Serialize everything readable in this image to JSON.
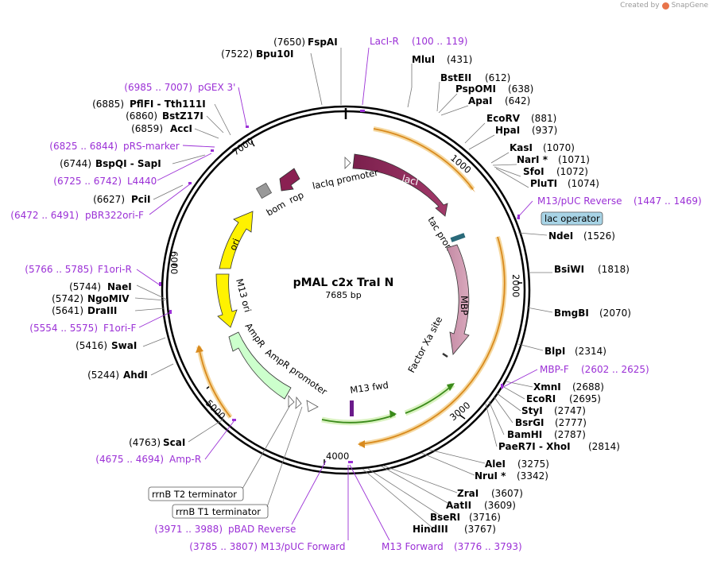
{
  "brand": {
    "text": "Created by",
    "name": "SnapGene"
  },
  "plasmid": {
    "name": "pMAL c2x TraI N",
    "length": "7685 bp"
  },
  "ticks": [
    "1000",
    "2000",
    "3000",
    "4000",
    "5000",
    "6000",
    "7000"
  ],
  "features": {
    "lacI": "lacI",
    "lacIq_promoter": "lacIq promoter",
    "rop": "rop",
    "bom": "bom",
    "tac_promoter": "tac promoter",
    "MBP": "MBP",
    "factor_xa": "Factor Xa site",
    "ori": "ori",
    "m13_ori": "M13 ori",
    "AmpR": "AmpR",
    "AmpR_promoter": "AmpR promoter",
    "m13_fwd": "M13 fwd",
    "lac_operator": "lac operator",
    "rrnB_T2": "rrnB T2 terminator",
    "rrnB_T1": "rrnB T1 terminator"
  },
  "sites": [
    {
      "pos": "(7650)",
      "name": "FspAI"
    },
    {
      "pos": "(7522)",
      "name": "Bpu10I"
    },
    {
      "pos": "(431)",
      "name": "MluI"
    },
    {
      "pos": "(612)",
      "name": "BstEII"
    },
    {
      "pos": "(638)",
      "name": "PspOMI"
    },
    {
      "pos": "(642)",
      "name": "ApaI"
    },
    {
      "pos": "(881)",
      "name": "EcoRV"
    },
    {
      "pos": "(937)",
      "name": "HpaI"
    },
    {
      "pos": "(1070)",
      "name": "KasI"
    },
    {
      "pos": "(1071)",
      "name": "NarI *"
    },
    {
      "pos": "(1072)",
      "name": "SfoI"
    },
    {
      "pos": "(1074)",
      "name": "PluTI"
    },
    {
      "pos": "(1526)",
      "name": "NdeI"
    },
    {
      "pos": "(1818)",
      "name": "BsiWI"
    },
    {
      "pos": "(2070)",
      "name": "BmgBI"
    },
    {
      "pos": "(2314)",
      "name": "BlpI"
    },
    {
      "pos": "(2688)",
      "name": "XmnI"
    },
    {
      "pos": "(2695)",
      "name": "EcoRI"
    },
    {
      "pos": "(2747)",
      "name": "StyI"
    },
    {
      "pos": "(2777)",
      "name": "BsrGI"
    },
    {
      "pos": "(2787)",
      "name": "BamHI"
    },
    {
      "pos": "(2814)",
      "name": "PaeR7I - XhoI"
    },
    {
      "pos": "(3275)",
      "name": "AleI"
    },
    {
      "pos": "(3342)",
      "name": "NruI *"
    },
    {
      "pos": "(3607)",
      "name": "ZraI"
    },
    {
      "pos": "(3609)",
      "name": "AatII"
    },
    {
      "pos": "(3716)",
      "name": "BseRI"
    },
    {
      "pos": "(3767)",
      "name": "HindIII"
    },
    {
      "pos": "(4763)",
      "name": "ScaI"
    },
    {
      "pos": "(5244)",
      "name": "AhdI"
    },
    {
      "pos": "(5416)",
      "name": "SwaI"
    },
    {
      "pos": "(5641)",
      "name": "DraIII"
    },
    {
      "pos": "(5742)",
      "name": "NgoMIV"
    },
    {
      "pos": "(5744)",
      "name": "NaeI"
    },
    {
      "pos": "(6627)",
      "name": "PciI"
    },
    {
      "pos": "(6744)",
      "name": "BspQI - SapI"
    },
    {
      "pos": "(6859)",
      "name": "AccI"
    },
    {
      "pos": "(6860)",
      "name": "BstZ17I"
    },
    {
      "pos": "(6885)",
      "name": "PflFI - Tth111I"
    }
  ],
  "primers": [
    {
      "name": "LacI-R",
      "range": "(100 .. 119)"
    },
    {
      "name": "M13/pUC Reverse",
      "range": "(1447 .. 1469)"
    },
    {
      "name": "MBP-F",
      "range": "(2602 .. 2625)"
    },
    {
      "name": "M13 Forward",
      "range": "(3776 .. 3793)"
    },
    {
      "name": "M13/pUC Forward",
      "range": "(3785 .. 3807)"
    },
    {
      "name": "pBAD Reverse",
      "range": "(3971 .. 3988)"
    },
    {
      "name": "Amp-R",
      "range": "(4675 .. 4694)"
    },
    {
      "name": "F1ori-F",
      "range": "(5554 .. 5575)"
    },
    {
      "name": "F1ori-R",
      "range": "(5766 .. 5785)"
    },
    {
      "name": "pBR322ori-F",
      "range": "(6472 .. 6491)"
    },
    {
      "name": "L4440",
      "range": "(6725 .. 6742)"
    },
    {
      "name": "pRS-marker",
      "range": "(6825 .. 6844)"
    },
    {
      "name": "pGEX 3'",
      "range": "(6985 .. 7007)"
    }
  ]
}
